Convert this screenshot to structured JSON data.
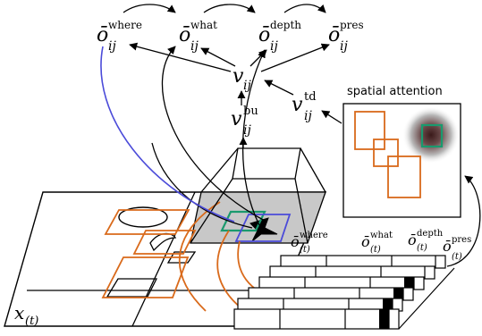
{
  "colors": {
    "orange": "#d96a1b",
    "green": "#1a9a6e",
    "blue": "#4b4bd9",
    "black": "#000000",
    "gray": "#c8c8c8"
  },
  "outputs": {
    "where": {
      "base": "ō",
      "sub": "ij",
      "sup": "where"
    },
    "what": {
      "base": "ō",
      "sub": "ij",
      "sup": "what"
    },
    "depth": {
      "base": "ō",
      "sub": "ij",
      "sup": "depth"
    },
    "pres": {
      "base": "ō",
      "sub": "ij",
      "sup": "pres"
    }
  },
  "v": {
    "base": "v",
    "sub": "ij"
  },
  "vbu": {
    "base": "v",
    "sub": "ij",
    "sup": "bu"
  },
  "vtd": {
    "base": "v",
    "sub": "ij",
    "sup": "td"
  },
  "attention": {
    "title": "spatial attention"
  },
  "stack": {
    "where": {
      "base": "ō",
      "sub": "(t)",
      "sup": "where"
    },
    "what": {
      "base": "ō",
      "sub": "(t)",
      "sup": "what"
    },
    "depth": {
      "base": "ō",
      "sub": "(t)",
      "sup": "depth"
    },
    "pres": {
      "base": "ō",
      "sub": "(t)",
      "sup": "pres"
    }
  },
  "input": {
    "base": "x",
    "sub": "(t)"
  }
}
